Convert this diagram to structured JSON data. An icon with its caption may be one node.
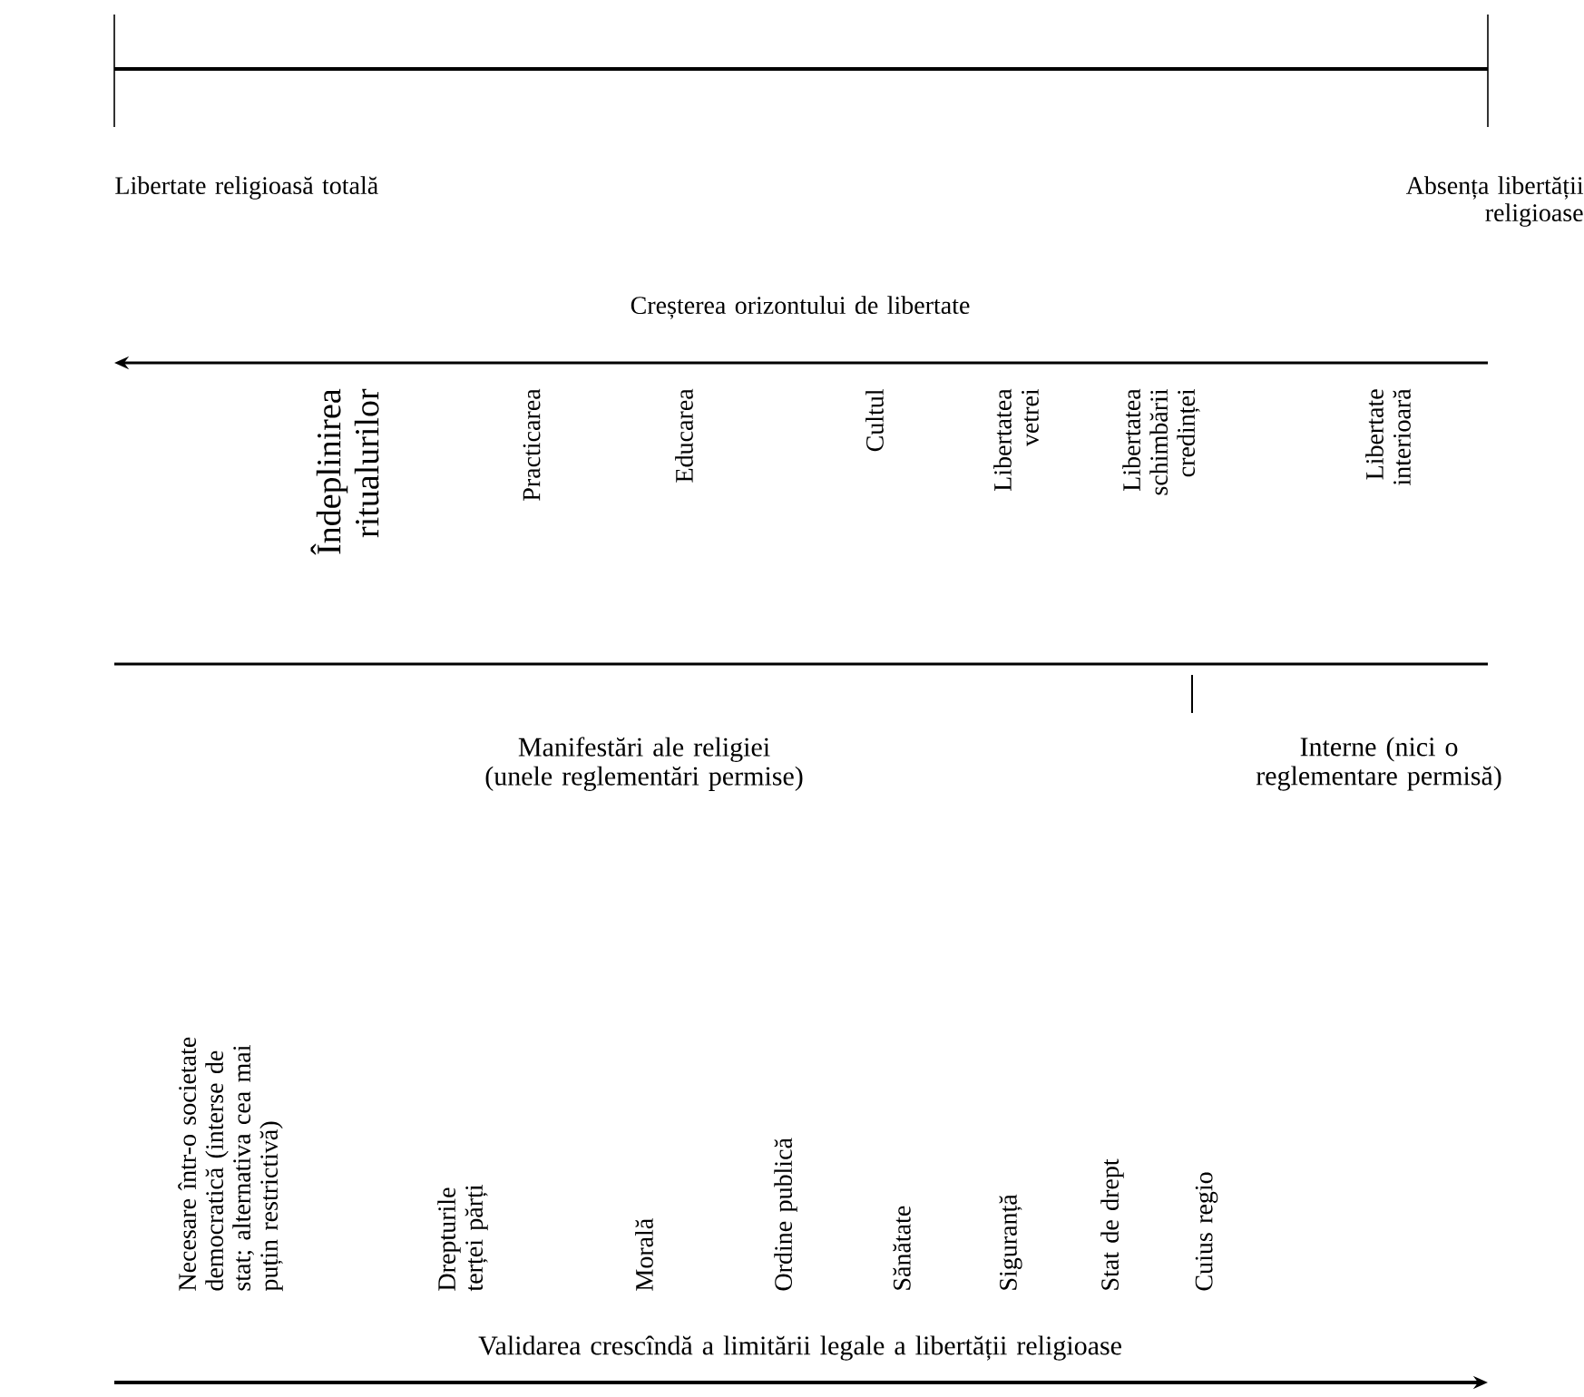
{
  "diagram": {
    "labels": [
      "Libertate religioasă totală",
      "Absența libertății religioase",
      "Creșterea orizontului de libertate",
      "Îndeplinirea ritualurilor",
      "Practicarea",
      "Educarea",
      "Cultul",
      "Libertatea vetrei",
      "Libertatea schimbării credinței",
      "Libertate interioară",
      "Manifestări ale religiei (unele reglementări permise)",
      "Interne (nici o reglementare permisă)",
      "Necesare într-o societate democratică (interse de stat; alternativa cea mai puțin restrictivă)",
      "Drepturile terței părți",
      "Morală",
      "Ordine publică",
      "Sănătate",
      "Siguranță",
      "Stat de drept",
      "Cuius regio",
      "Validarea crescîndă a limitării legale a libertății religioase"
    ]
  }
}
